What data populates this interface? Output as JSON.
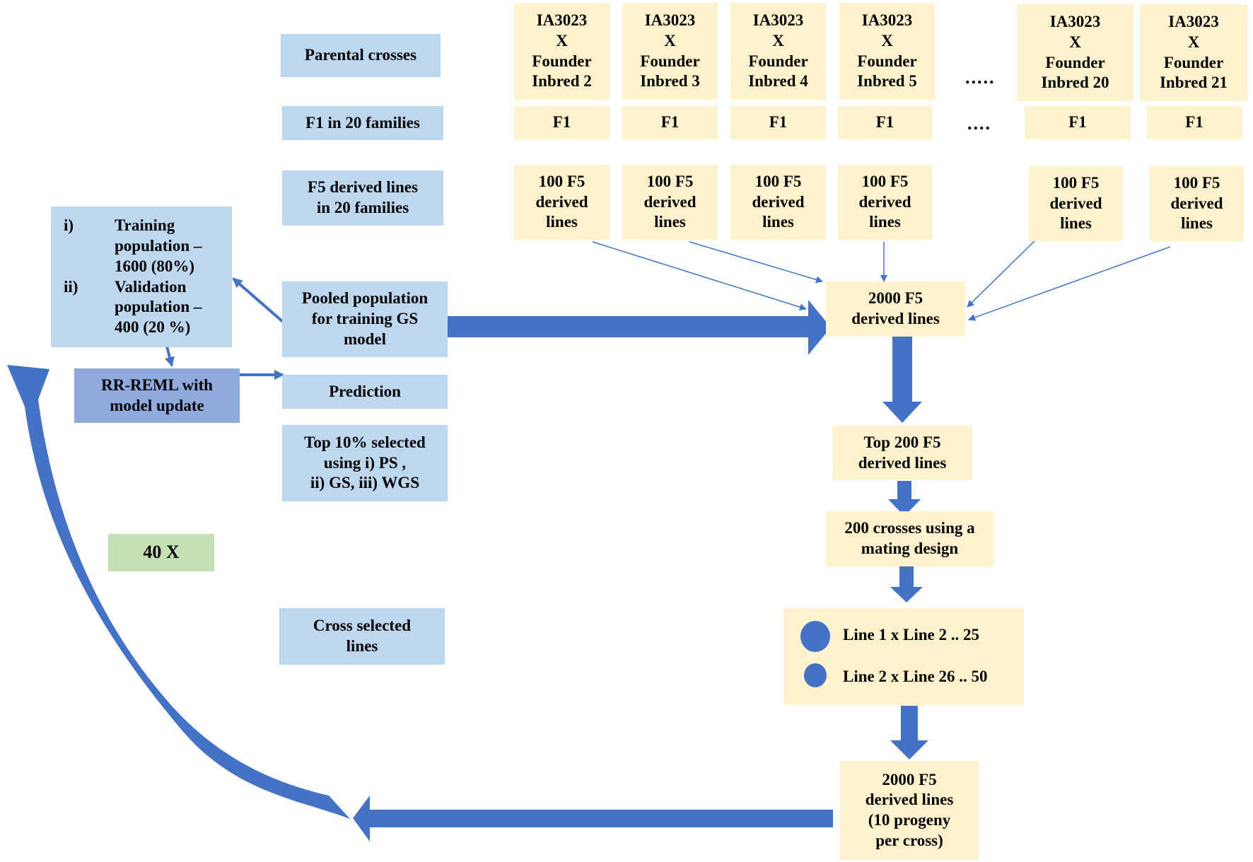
{
  "labels": {
    "parental_crosses": "Parental crosses",
    "f1_families": "F1 in 20 families",
    "f5_derived": [
      "F5 derived lines",
      "in 20 families"
    ],
    "pooled": [
      "Pooled population",
      "for training GS",
      "model"
    ],
    "prediction": "Prediction",
    "top10": [
      "Top 10% selected",
      "using i) PS ,",
      "ii) GS, iii) WGS"
    ],
    "cross_selected": [
      "Cross selected",
      "lines"
    ],
    "cycles": "40 X",
    "rr_reml": [
      "RR-REML with",
      "model update"
    ]
  },
  "training_split": [
    {
      "num": "i)",
      "lines": [
        "Training",
        "population –",
        "1600 (80%)"
      ]
    },
    {
      "num": "ii)",
      "lines": [
        "Validation",
        "population –",
        "400 (20 %)"
      ]
    }
  ],
  "crosses": [
    {
      "parent": "IA3023",
      "x": "X",
      "founder": "Founder",
      "inbred": "Inbred 2",
      "f1": "F1",
      "lines": [
        "100 F5",
        "derived",
        "lines"
      ]
    },
    {
      "parent": "IA3023",
      "x": "X",
      "founder": "Founder",
      "inbred": "Inbred 3",
      "f1": "F1",
      "lines": [
        "100 F5",
        "derived",
        "lines"
      ]
    },
    {
      "parent": "IA3023",
      "x": "X",
      "founder": "Founder",
      "inbred": "Inbred 4",
      "f1": "F1",
      "lines": [
        "100 F5",
        "derived",
        "lines"
      ]
    },
    {
      "parent": "IA3023",
      "x": "X",
      "founder": "Founder",
      "inbred": "Inbred 5",
      "f1": "F1",
      "lines": [
        "100 F5",
        "derived",
        "lines"
      ]
    },
    {
      "parent": "IA3023",
      "x": "X",
      "founder": "Founder",
      "inbred": "Inbred 20",
      "f1": "F1",
      "lines": [
        "100 F5",
        "derived",
        "lines"
      ]
    },
    {
      "parent": "IA3023",
      "x": "X",
      "founder": "Founder",
      "inbred": "Inbred 21",
      "f1": "F1",
      "lines": [
        "100 F5",
        "derived",
        "lines"
      ]
    }
  ],
  "ellipsis": {
    "row1": ".....",
    "row2": "...."
  },
  "flow": {
    "pooled_2000": [
      "2000 F5",
      "derived lines"
    ],
    "top200": [
      "Top 200 F5",
      "derived lines"
    ],
    "crosses200": [
      "200 crosses using a",
      "mating design"
    ],
    "cross_examples": [
      "Line 1 x  Line 2 .. 25",
      "Line 2 x  Line 26 .. 50"
    ],
    "progeny": [
      "2000 F5",
      "derived lines",
      "(10 progeny",
      "per cross)"
    ]
  },
  "colors": {
    "left_boxes": "#BDD7EE",
    "flow_boxes": "#FFF2CC",
    "arrows": "#4472C4",
    "model_box": "#8FAADC",
    "cycle_box": "#C5E0B4"
  }
}
